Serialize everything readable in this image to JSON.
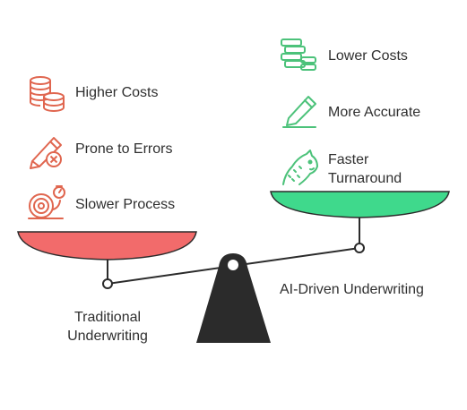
{
  "traditional": {
    "label": "Traditional Underwriting",
    "label_line1": "Traditional",
    "label_line2": "Underwriting",
    "pan_color": "#F26B6B",
    "icon_color": "#E0664F",
    "items": [
      {
        "label": "Higher Costs",
        "icon": "coins-stack-icon"
      },
      {
        "label": "Prone to Errors",
        "icon": "pencil-error-icon"
      },
      {
        "label": "Slower Process",
        "icon": "snail-icon"
      }
    ]
  },
  "ai_driven": {
    "label": "AI-Driven Underwriting",
    "pan_color": "#3FD98C",
    "icon_color": "#4CC27A",
    "items": [
      {
        "label": "Lower Costs",
        "icon": "money-stack-icon"
      },
      {
        "label": "More Accurate",
        "icon": "pencil-accurate-icon"
      },
      {
        "label": "Faster Turnaround",
        "label_line1": "Faster",
        "label_line2": "Turnaround",
        "icon": "cheetah-icon"
      }
    ]
  },
  "scale": {
    "fulcrum_color": "#2B2B2B",
    "beam_color": "#2B2B2B"
  }
}
